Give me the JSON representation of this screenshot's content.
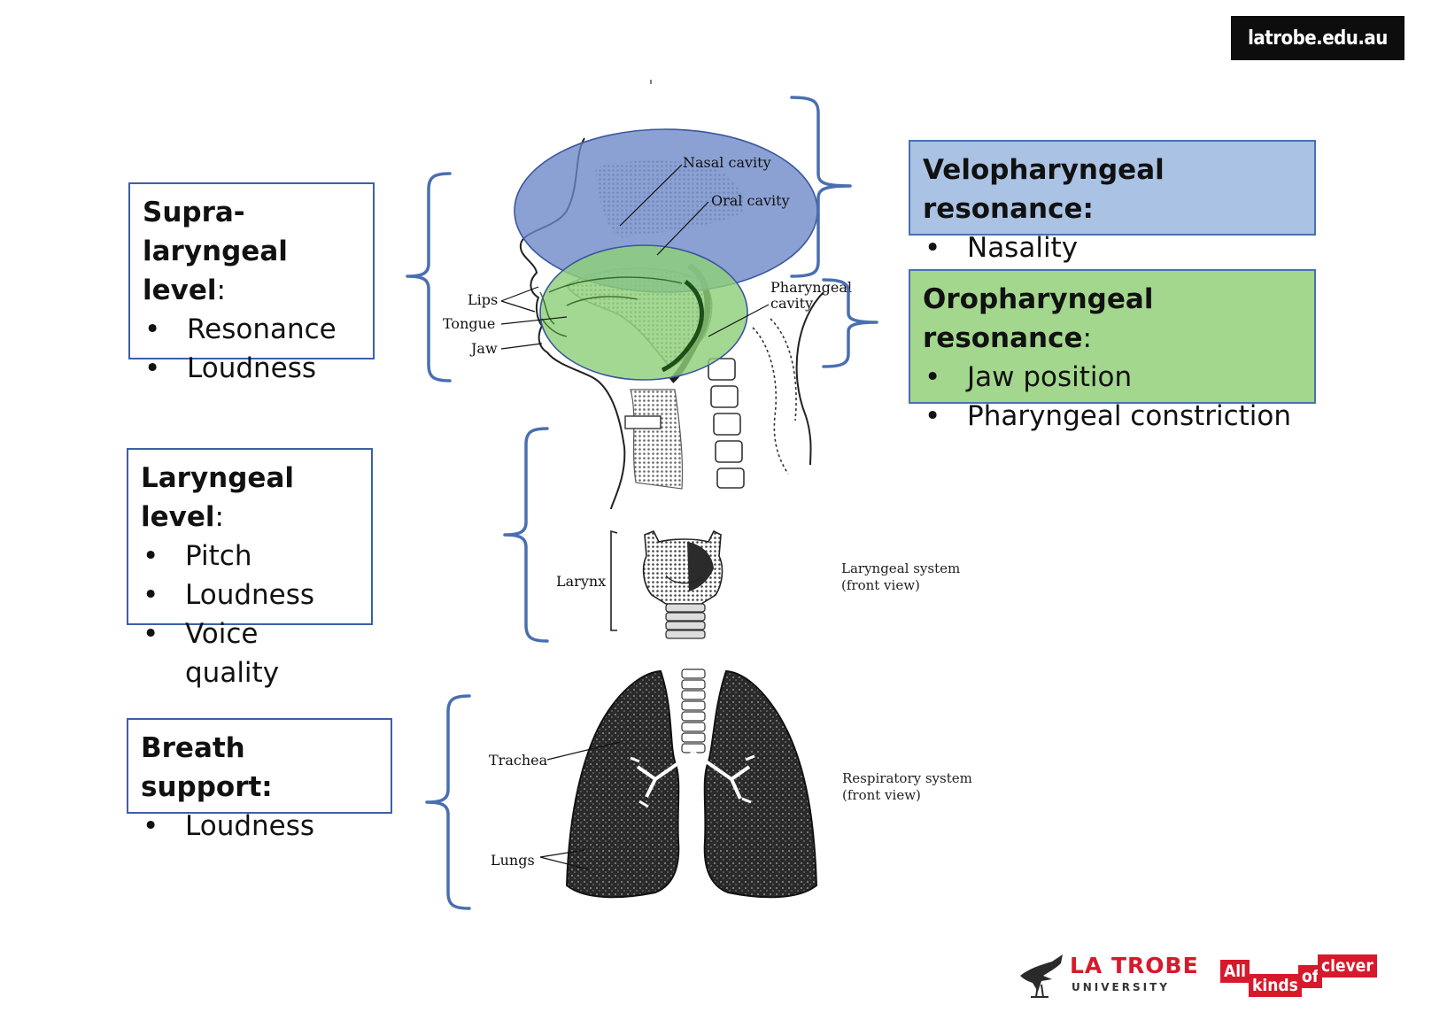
{
  "header": {
    "url": "latrobe.edu.au"
  },
  "boxes": {
    "supra": {
      "title": "Supra-laryngeal",
      "title2": "level",
      "suffix": ":",
      "items": [
        "Resonance",
        "Loudness"
      ]
    },
    "laryngeal": {
      "title": "Laryngeal level",
      "suffix": ":",
      "items": [
        "Pitch",
        "Loudness",
        "Voice quality"
      ]
    },
    "breath": {
      "title": "Breath support:",
      "items": [
        "Loudness"
      ]
    },
    "velo": {
      "title": "Velopharyngeal resonance:",
      "items": [
        "Nasality"
      ]
    },
    "oro": {
      "title": "Oropharyngeal resonance",
      "suffix": ":",
      "items": [
        "Jaw position",
        "Pharyngeal constriction"
      ]
    }
  },
  "figure_labels": {
    "nasal_cavity": "Nasal cavity",
    "oral_cavity": "Oral cavity",
    "pharyngeal": "Pharyngeal",
    "cavity": "cavity",
    "lips": "Lips",
    "tongue": "Tongue",
    "jaw": "Jaw",
    "larynx": "Larynx",
    "laryngeal_system": "Laryngeal system",
    "laryngeal_view": "(front view)",
    "trachea": "Trachea",
    "lungs": "Lungs",
    "respiratory_system": "Respiratory system",
    "respiratory_view": "(front view)"
  },
  "footer": {
    "university_name": "LA TROBE",
    "university_sub": "UNIVERSITY",
    "tagline": {
      "all": "All",
      "kinds": "kinds",
      "of": "of",
      "clever": "clever"
    }
  },
  "colors": {
    "brace": "#4a6fb0",
    "nasal_oval": "#6b86c7",
    "oral_oval": "#8fd07a",
    "brand_red": "#d7192c"
  }
}
